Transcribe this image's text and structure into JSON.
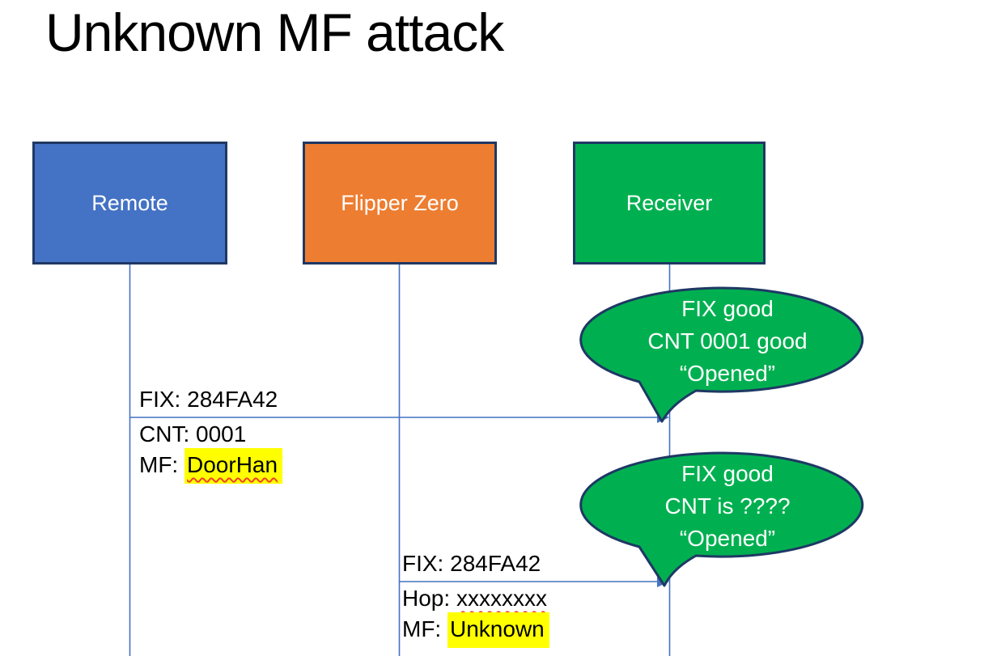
{
  "slide": {
    "title": "Unknown MF attack"
  },
  "actors": [
    {
      "label": "Remote",
      "fill": "#4472C4"
    },
    {
      "label": "Flipper Zero",
      "fill": "#ED7D31"
    },
    {
      "label": "Receiver",
      "fill": "#00B050"
    }
  ],
  "messages": {
    "msg1": {
      "above": "FIX: 284FA42",
      "line2_prefix": "CNT: ",
      "line2_value": "0001",
      "line3_prefix": "MF: ",
      "line3_value": "DoorHan"
    },
    "msg2": {
      "above": "FIX: 284FA42",
      "line2_prefix": "Hop: ",
      "line2_value": "xxxxxxxx",
      "line3_prefix": "MF: ",
      "line3_value": "Unknown"
    }
  },
  "bubbles": {
    "bubble1": {
      "line1": "FIX good",
      "line2": "CNT 0001 good",
      "line3": "“Opened”"
    },
    "bubble2": {
      "line1": "FIX good",
      "line2": "CNT is ????",
      "line3": "“Opened”"
    }
  },
  "colors": {
    "actor_border": "#1F3864",
    "connector_blue": "#4472C4",
    "bubble_fill": "#00B050",
    "bubble_border": "#1F3864",
    "highlight_yellow": "#FFFF00",
    "squiggle_red": "#F0412D",
    "remote_fill": "#4472C4",
    "flipper_fill": "#ED7D31",
    "receiver_fill": "#00B050"
  }
}
